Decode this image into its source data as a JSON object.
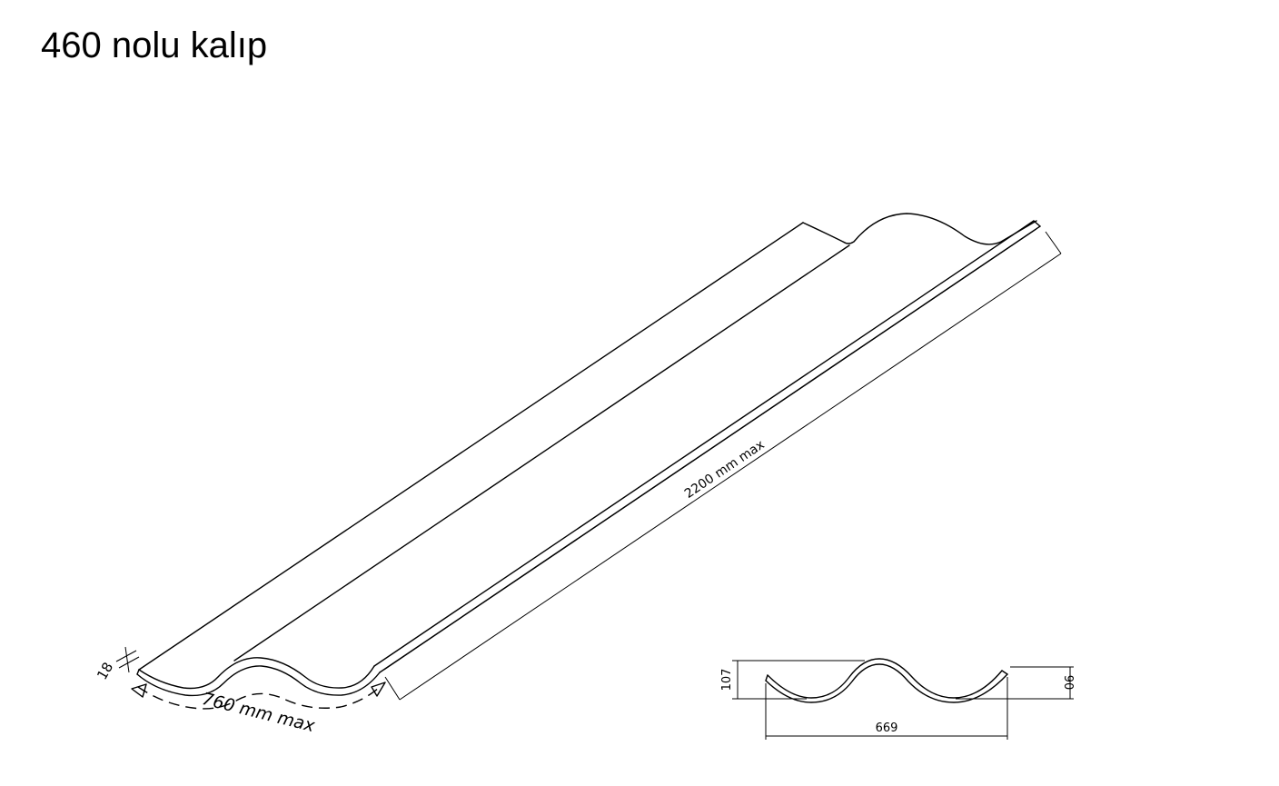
{
  "title": "460 nolu kalıp",
  "dimensions": {
    "length": "2200 mm max",
    "width": "760 mm max",
    "thickness": "18",
    "profile_height_outer": "107",
    "profile_height_inner": "90",
    "profile_width": "669"
  }
}
